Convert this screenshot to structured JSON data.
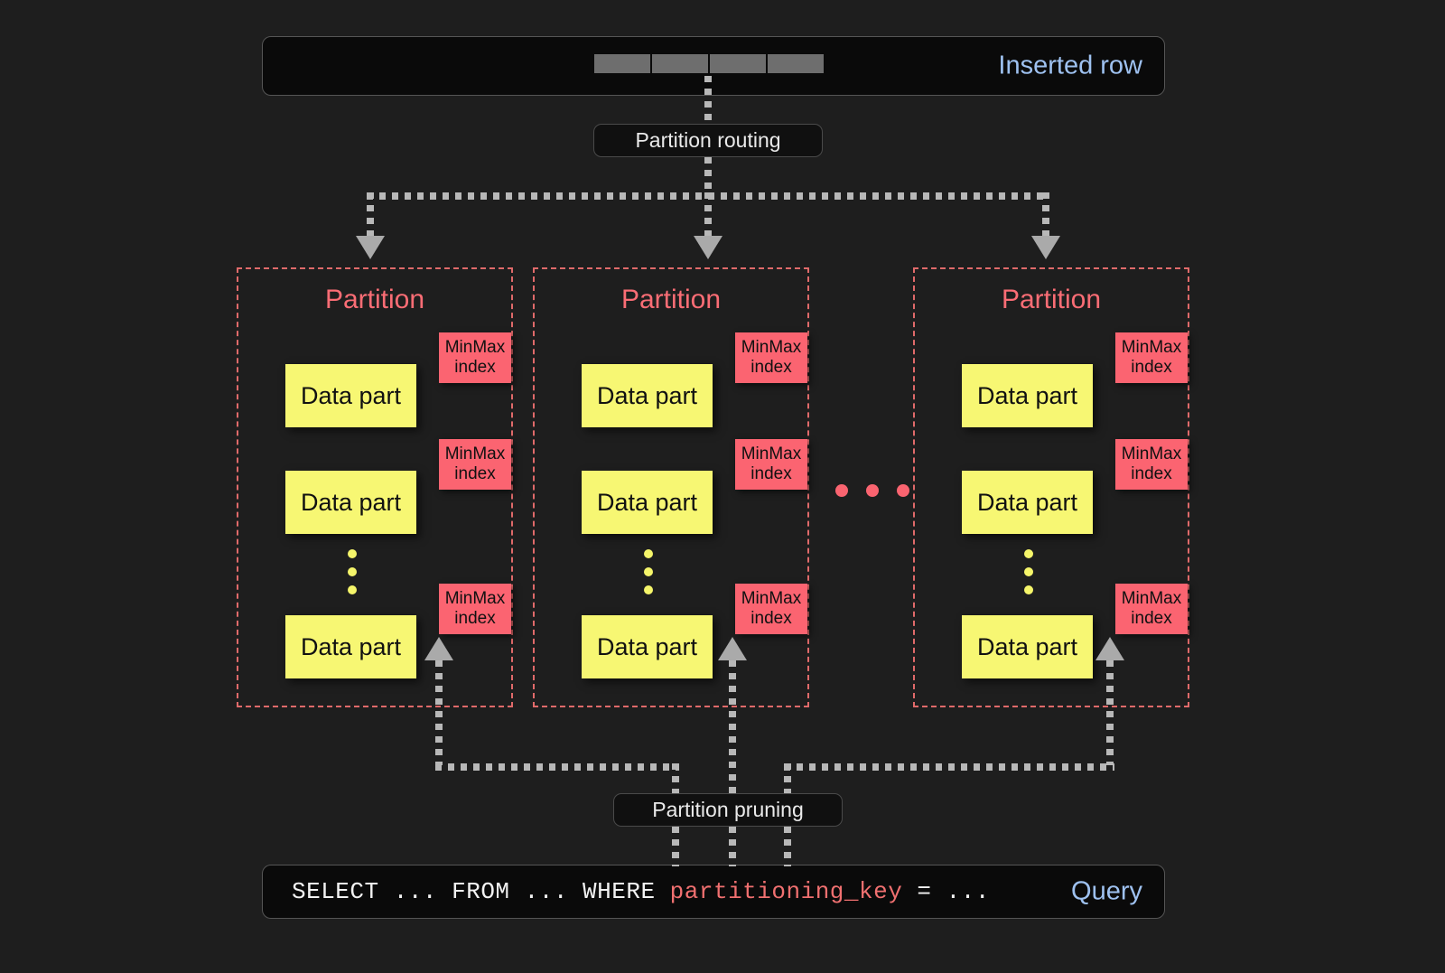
{
  "diagram": {
    "title": "ClickHouse partitioning: insert routing and query pruning"
  },
  "inserted_row": {
    "label": "Inserted row",
    "label_color": "#9ec1f0",
    "cells": [
      "",
      "",
      "",
      ""
    ],
    "cell_color": "#6e6e6e"
  },
  "routing": {
    "label": "Partition routing"
  },
  "pruning": {
    "label": "Partition pruning"
  },
  "partitions": [
    {
      "title": "Partition",
      "parts": [
        {
          "part_label": "Data part",
          "index_label_line1": "MinMax",
          "index_label_line2": "index"
        },
        {
          "part_label": "Data part",
          "index_label_line1": "MinMax",
          "index_label_line2": "index"
        },
        {
          "part_label": "Data part",
          "index_label_line1": "MinMax",
          "index_label_line2": "index"
        }
      ]
    },
    {
      "title": "Partition",
      "parts": [
        {
          "part_label": "Data part",
          "index_label_line1": "MinMax",
          "index_label_line2": "index"
        },
        {
          "part_label": "Data part",
          "index_label_line1": "MinMax",
          "index_label_line2": "index"
        },
        {
          "part_label": "Data part",
          "index_label_line1": "MinMax",
          "index_label_line2": "index"
        }
      ]
    },
    {
      "title": "Partition",
      "parts": [
        {
          "part_label": "Data part",
          "index_label_line1": "MinMax",
          "index_label_line2": "index"
        },
        {
          "part_label": "Data part",
          "index_label_line1": "MinMax",
          "index_label_line2": "index"
        },
        {
          "part_label": "Data part",
          "index_label_line1": "MinMax",
          "index_label_line2": "index"
        }
      ]
    }
  ],
  "query": {
    "label": "Query",
    "label_color": "#9ec1f0",
    "sql_prefix": "SELECT ... FROM ... WHERE ",
    "sql_keyword": "partitioning_key",
    "sql_suffix": " = ...",
    "keyword_color": "#f07070"
  },
  "colors": {
    "background": "#1e1e1e",
    "panel_background": "#0a0a0a",
    "partition_border": "#e06a6a",
    "partition_title": "#fa6d75",
    "data_part": "#f7f773",
    "minmax_index": "#fb6471",
    "connector": "#b8b8b8",
    "arrowhead": "#aaaaaa"
  }
}
